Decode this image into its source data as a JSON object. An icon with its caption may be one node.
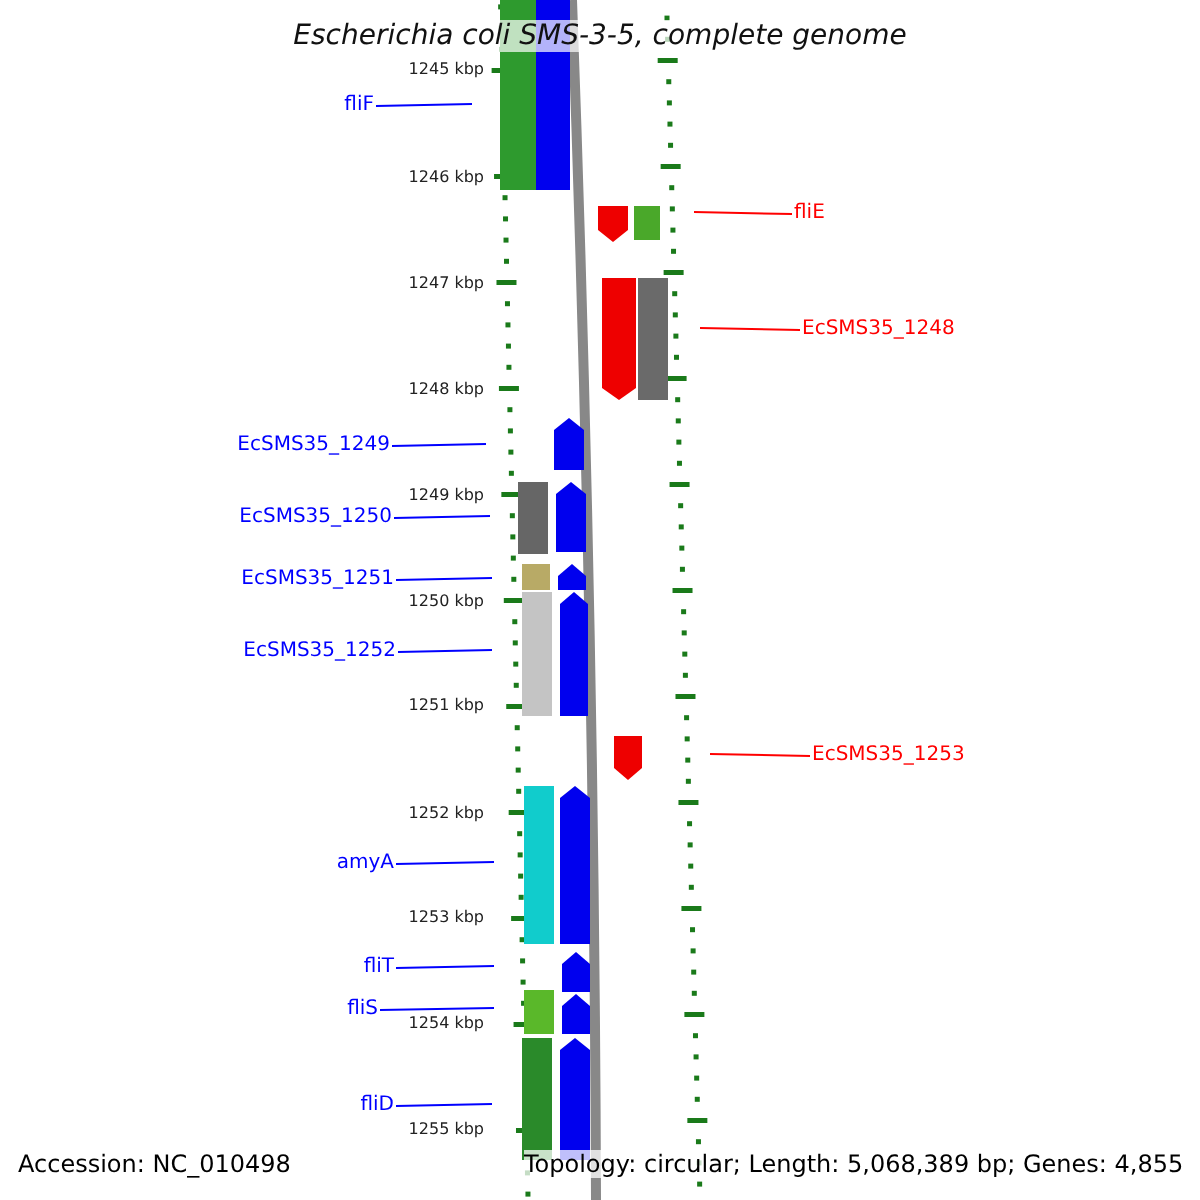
{
  "diagram": {
    "title": "Escherichia coli SMS-3-5, complete genome",
    "nodes": [
      {
        "text": [
          "fliF"
        ]
      },
      {
        "text": [
          "fliE"
        ]
      },
      {
        "text": [
          "EcSMS35_1248"
        ]
      },
      {
        "text": [
          "EcSMS35_1249"
        ]
      },
      {
        "text": [
          "EcSMS35_1250"
        ]
      },
      {
        "text": [
          "EcSMS35_1251"
        ]
      },
      {
        "text": [
          "EcSMS35_1252"
        ]
      },
      {
        "text": [
          "EcSMS35_1253"
        ]
      },
      {
        "text": [
          "amyA"
        ]
      },
      {
        "text": [
          "fliT"
        ]
      },
      {
        "text": [
          "fliS"
        ]
      },
      {
        "text": [
          "fliD"
        ]
      },
      {
        "text": [],
        "shape": "picture"
      }
    ],
    "edges": [
      {
        "from": 0,
        "to": 12,
        "arrow": "none"
      },
      {
        "from": 1,
        "to": 12,
        "arrow": "none",
        "color": "#ff0000"
      },
      {
        "from": 2,
        "to": 12,
        "arrow": "none",
        "color": "#ff0000"
      },
      {
        "from": 3,
        "to": 12,
        "arrow": "none"
      },
      {
        "from": 4,
        "to": 12,
        "arrow": "none"
      },
      {
        "from": 5,
        "to": 12,
        "arrow": "none"
      },
      {
        "from": 6,
        "to": 12,
        "arrow": "none"
      },
      {
        "from": 7,
        "to": 12,
        "arrow": "none",
        "color": "#ff0000"
      },
      {
        "from": 8,
        "to": 12,
        "arrow": "none"
      },
      {
        "from": 9,
        "to": 12,
        "arrow": "none"
      },
      {
        "from": 10,
        "to": 12,
        "arrow": "none"
      },
      {
        "from": 11,
        "to": 12,
        "arrow": "none"
      }
    ],
    "labels": [
      "1245 kbp",
      "1246 kbp",
      "1247 kbp",
      "1248 kbp",
      "1249 kbp",
      "1250 kbp",
      "1251 kbp",
      "1252 kbp",
      "1253 kbp",
      "1254 kbp",
      "1255 kbp",
      "Accession: NC_010498",
      "Topology: circular; Length: 5,068,389 bp; Genes: 4,855"
    ]
  }
}
